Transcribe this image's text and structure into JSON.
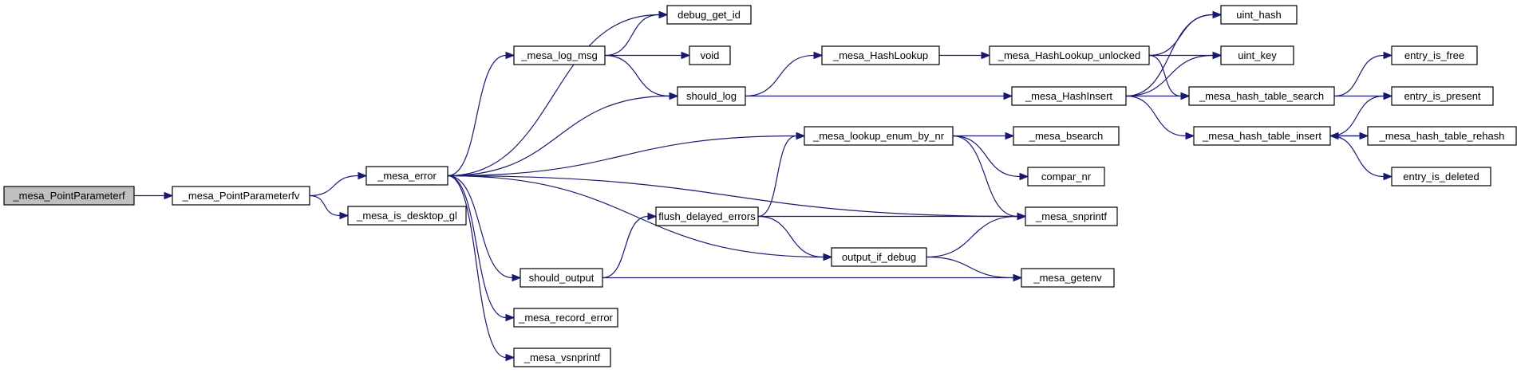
{
  "graph": {
    "edge_color": "#191970",
    "root_fill": "#bfbfbf",
    "nodes": [
      {
        "id": "n_point_parameterf",
        "label": "_mesa_PointParameterf",
        "root": true
      },
      {
        "id": "n_point_parameterfv",
        "label": "_mesa_PointParameterfv"
      },
      {
        "id": "n_error",
        "label": "_mesa_error"
      },
      {
        "id": "n_is_desktop_gl",
        "label": "_mesa_is_desktop_gl"
      },
      {
        "id": "n_debug_get_id",
        "label": "debug_get_id"
      },
      {
        "id": "n_log_msg",
        "label": "_mesa_log_msg"
      },
      {
        "id": "n_void",
        "label": "void"
      },
      {
        "id": "n_should_log",
        "label": "should_log"
      },
      {
        "id": "n_hash_lookup",
        "label": "_mesa_HashLookup"
      },
      {
        "id": "n_hash_lookup_unlocked",
        "label": "_mesa_HashLookup_unlocked"
      },
      {
        "id": "n_uint_hash",
        "label": "uint_hash"
      },
      {
        "id": "n_uint_key",
        "label": "uint_key"
      },
      {
        "id": "n_hash_insert",
        "label": "_mesa_HashInsert"
      },
      {
        "id": "n_hash_table_search",
        "label": "_mesa_hash_table_search"
      },
      {
        "id": "n_entry_is_free",
        "label": "entry_is_free"
      },
      {
        "id": "n_entry_is_present",
        "label": "entry_is_present"
      },
      {
        "id": "n_hash_table_insert",
        "label": "_mesa_hash_table_insert"
      },
      {
        "id": "n_hash_table_rehash",
        "label": "_mesa_hash_table_rehash"
      },
      {
        "id": "n_entry_is_deleted",
        "label": "entry_is_deleted"
      },
      {
        "id": "n_lookup_enum_by_nr",
        "label": "_mesa_lookup_enum_by_nr"
      },
      {
        "id": "n_bsearch",
        "label": "_mesa_bsearch"
      },
      {
        "id": "n_compar_nr",
        "label": "compar_nr"
      },
      {
        "id": "n_snprintf",
        "label": "_mesa_snprintf"
      },
      {
        "id": "n_flush_delayed_errors",
        "label": "flush_delayed_errors"
      },
      {
        "id": "n_output_if_debug",
        "label": "output_if_debug"
      },
      {
        "id": "n_getenv",
        "label": "_mesa_getenv"
      },
      {
        "id": "n_should_output",
        "label": "should_output"
      },
      {
        "id": "n_record_error",
        "label": "_mesa_record_error"
      },
      {
        "id": "n_vsnprintf",
        "label": "_mesa_vsnprintf"
      }
    ],
    "edges": [
      {
        "from": "n_point_parameterf",
        "to": "n_point_parameterfv"
      },
      {
        "from": "n_point_parameterfv",
        "to": "n_error"
      },
      {
        "from": "n_point_parameterfv",
        "to": "n_is_desktop_gl"
      },
      {
        "from": "n_error",
        "to": "n_debug_get_id"
      },
      {
        "from": "n_error",
        "to": "n_log_msg"
      },
      {
        "from": "n_error",
        "to": "n_should_log"
      },
      {
        "from": "n_error",
        "to": "n_lookup_enum_by_nr"
      },
      {
        "from": "n_error",
        "to": "n_snprintf"
      },
      {
        "from": "n_error",
        "to": "n_output_if_debug"
      },
      {
        "from": "n_error",
        "to": "n_should_output"
      },
      {
        "from": "n_error",
        "to": "n_record_error"
      },
      {
        "from": "n_error",
        "to": "n_vsnprintf"
      },
      {
        "from": "n_log_msg",
        "to": "n_debug_get_id"
      },
      {
        "from": "n_log_msg",
        "to": "n_void"
      },
      {
        "from": "n_log_msg",
        "to": "n_should_log"
      },
      {
        "from": "n_should_log",
        "to": "n_hash_lookup"
      },
      {
        "from": "n_should_log",
        "to": "n_hash_insert"
      },
      {
        "from": "n_hash_lookup",
        "to": "n_hash_lookup_unlocked"
      },
      {
        "from": "n_hash_lookup_unlocked",
        "to": "n_uint_hash"
      },
      {
        "from": "n_hash_lookup_unlocked",
        "to": "n_uint_key"
      },
      {
        "from": "n_hash_lookup_unlocked",
        "to": "n_hash_table_search"
      },
      {
        "from": "n_hash_insert",
        "to": "n_uint_hash"
      },
      {
        "from": "n_hash_insert",
        "to": "n_uint_key"
      },
      {
        "from": "n_hash_insert",
        "to": "n_hash_table_search"
      },
      {
        "from": "n_hash_insert",
        "to": "n_hash_table_insert"
      },
      {
        "from": "n_hash_table_search",
        "to": "n_entry_is_free"
      },
      {
        "from": "n_hash_table_search",
        "to": "n_entry_is_present"
      },
      {
        "from": "n_hash_table_insert",
        "to": "n_entry_is_present"
      },
      {
        "from": "n_hash_table_insert",
        "to": "n_hash_table_rehash"
      },
      {
        "from": "n_hash_table_insert",
        "to": "n_entry_is_deleted"
      },
      {
        "from": "n_hash_table_rehash",
        "to": "n_hash_table_insert"
      },
      {
        "from": "n_lookup_enum_by_nr",
        "to": "n_bsearch"
      },
      {
        "from": "n_lookup_enum_by_nr",
        "to": "n_compar_nr"
      },
      {
        "from": "n_lookup_enum_by_nr",
        "to": "n_snprintf"
      },
      {
        "from": "n_flush_delayed_errors",
        "to": "n_lookup_enum_by_nr"
      },
      {
        "from": "n_flush_delayed_errors",
        "to": "n_snprintf"
      },
      {
        "from": "n_flush_delayed_errors",
        "to": "n_output_if_debug"
      },
      {
        "from": "n_output_if_debug",
        "to": "n_snprintf"
      },
      {
        "from": "n_output_if_debug",
        "to": "n_getenv"
      },
      {
        "from": "n_should_output",
        "to": "n_flush_delayed_errors"
      },
      {
        "from": "n_should_output",
        "to": "n_getenv"
      }
    ]
  }
}
